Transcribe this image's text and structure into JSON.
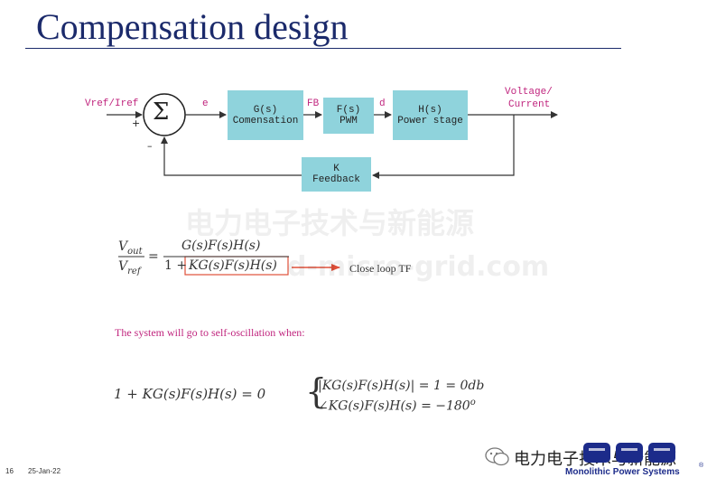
{
  "slide": {
    "title": "Compensation design",
    "page_number": "16",
    "date": "25-Jan-22"
  },
  "diagram": {
    "input_label": "Vref/Iref",
    "sum_symbol": "Σ",
    "plus_sign": "+",
    "minus_sign": "–",
    "error_label": "e",
    "fb_label": "FB",
    "d_label": "d",
    "output_label_line1": "Voltage/",
    "output_label_line2": "Current",
    "blocks": {
      "compensation": {
        "line1": "G(s)",
        "line2": "Comensation"
      },
      "pwm": {
        "line1": "F(s)",
        "line2": "PWM"
      },
      "power_stage": {
        "line1": "H(s)",
        "line2": "Power stage"
      },
      "feedback": {
        "line1": "K",
        "line2": "Feedback"
      }
    }
  },
  "equations": {
    "lhs_num": "V",
    "lhs_num_sub": "out",
    "lhs_den": "V",
    "lhs_den_sub": "ref",
    "rhs_num": "G(s)F(s)H(s)",
    "rhs_den_prefix": "1 +",
    "rhs_den_boxed": "KG(s)F(s)H(s)",
    "tf_note": "Close loop TF",
    "condition_text": "The system will go to  self-oscillation when:",
    "char_eq": "1 + KG(s)F(s)H(s) = 0",
    "cond_mag": "|KG(s)F(s)H(s)| = 1 = 0db",
    "cond_phase": "∠KG(s)F(s)H(s) = −180",
    "cond_phase_sup": "o"
  },
  "watermarks": {
    "text_cn": "电力电子技术与新能源",
    "text_url": "d-micro-grid.com"
  },
  "footer": {
    "wechat_name": "电力电子技术与新能源",
    "company": "Monolithic Power Systems",
    "registered": "®"
  },
  "colors": {
    "title": "#1b2a6b",
    "block_fill": "#8fd3dc",
    "signal_label": "#c0257e",
    "highlight_box": "#e0503a",
    "logo_blue": "#1c2b8a"
  }
}
